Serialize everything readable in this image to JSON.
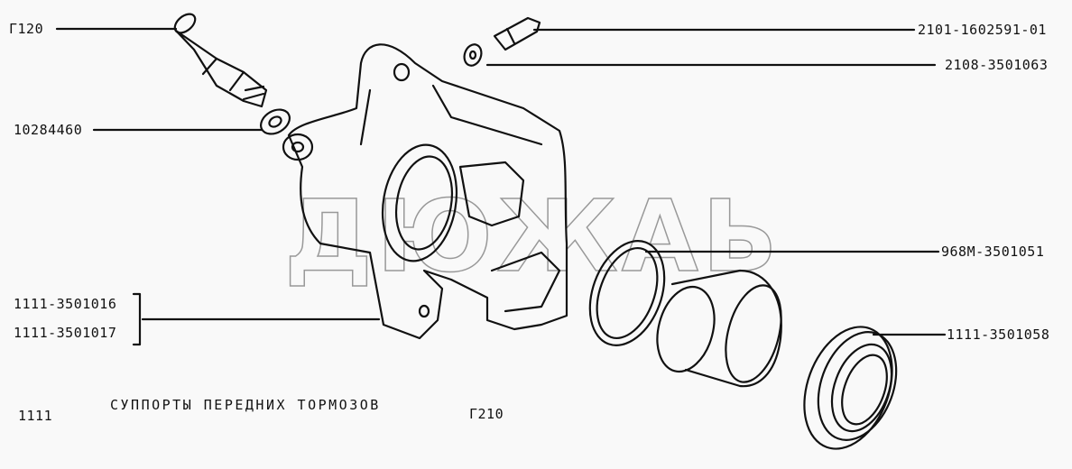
{
  "callouts": {
    "fitting": "Г120",
    "washer_left": "10284460",
    "bleeder": "2101-1602591-01",
    "washer_right": "2108-3501063",
    "seal_ring": "968М-3501051",
    "caliper_a": "1111-3501016",
    "caliper_b": "1111-3501017",
    "boot": "1111-3501058"
  },
  "footer": {
    "code": "1111",
    "title": "СУППОРТЫ ПЕРЕДНИХ ТОРМОЗОВ",
    "group": "Г210"
  },
  "watermark": "ДЮЖАЬ"
}
